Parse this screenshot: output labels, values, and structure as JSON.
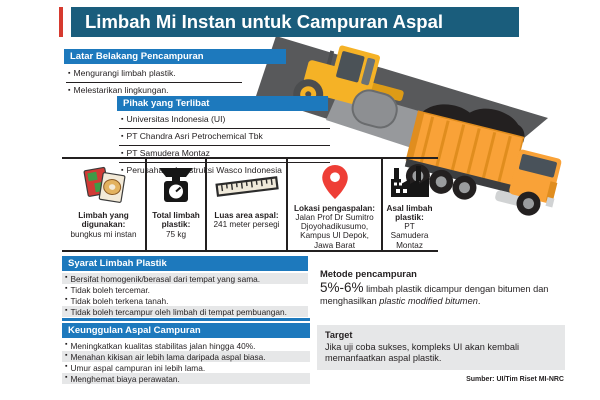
{
  "title": "Limbah Mi Instan untuk Campuran Aspal",
  "colors": {
    "title_bar": "#1a5d7c",
    "accent_red": "#d63a2f",
    "section_header_blue": "#1d79bd",
    "row_stripe_gray": "#e6e7e8",
    "road_gray": "#58595b",
    "machine_yellow": "#f5b226",
    "truck_orange": "#f9a238",
    "pin_red": "#ee3e36"
  },
  "sections": {
    "latar": {
      "header": "Latar Belakang Pencampuran",
      "items": [
        "Mengurangi limbah plastik.",
        "Melestarikan lingkungan."
      ]
    },
    "pihak": {
      "header": "Pihak yang Terlibat",
      "items": [
        "Universitas Indonesia (UI)",
        "PT Chandra Asri Petrochemical Tbk",
        "PT Samudera Montaz",
        "Perusahaan konstruksi Wasco Indonesia"
      ]
    },
    "facts": [
      {
        "icon": "noodle-packs-icon",
        "label": "Limbah yang digunakan:",
        "value": "bungkus mi instan"
      },
      {
        "icon": "scale-icon",
        "label": "Total limbah plastik:",
        "value": "75 kg"
      },
      {
        "icon": "ruler-icon",
        "label": "Luas area aspal:",
        "value": "241 meter persegi"
      },
      {
        "icon": "map-pin-icon",
        "label": "Lokasi pengaspalan:",
        "value": "Jalan Prof Dr Sumitro Djoyohadikusumo, Kampus UI Depok, Jawa Barat"
      },
      {
        "icon": "factory-icon",
        "label": "Asal limbah plastik:",
        "value": "PT Samudera Montaz"
      }
    ],
    "syarat": {
      "header": "Syarat Limbah Plastik",
      "items": [
        "Bersifat homogenik/berasal dari tempat yang sama.",
        "Tidak boleh tercemar.",
        "Tidak boleh terkena tanah.",
        "Tidak boleh tercampur oleh limbah di tempat pembuangan."
      ]
    },
    "keunggulan": {
      "header": "Keunggulan Aspal Campuran",
      "items": [
        "Meningkatkan kualitas stabilitas jalan hingga 40%.",
        "Menahan kikisan air lebih lama daripada aspal biasa.",
        "Umur aspal campuran ini lebih lama.",
        "Menghemat biaya perawatan."
      ]
    },
    "metode": {
      "header": "Metode pencampuran",
      "highlight": "5%-6%",
      "text_mid": " limbah plastik dicampur dengan bitumen dan menghasilkan ",
      "text_italic": "plastic modified bitumen",
      "text_end": "."
    },
    "target": {
      "header": "Target",
      "text": "Jika uji coba sukses, kompleks UI akan kembali memanfaatkan aspal plastik."
    }
  },
  "source": "Sumber: UI/Tim Riset MI-NRC"
}
